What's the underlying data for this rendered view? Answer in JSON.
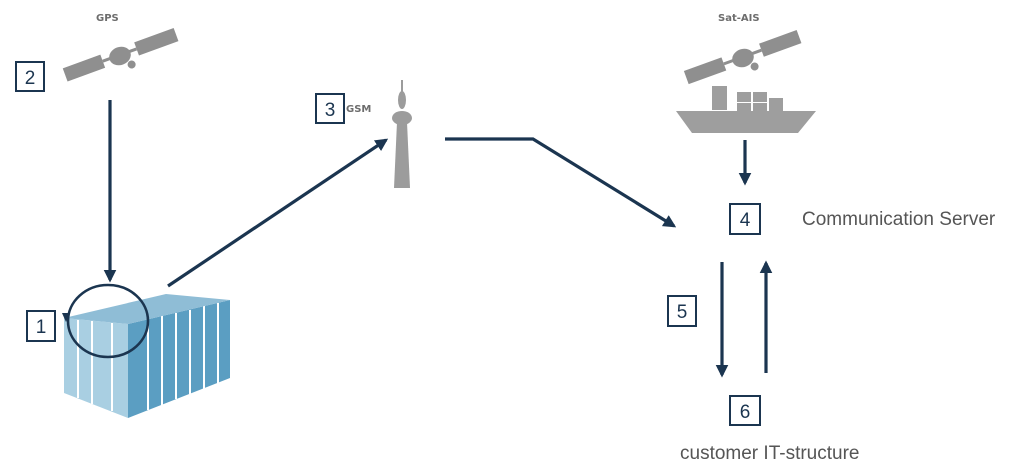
{
  "labels": {
    "gps": "GPS",
    "gsm": "GSM",
    "sat_ais": "Sat-AIS",
    "communication_server": "Communication Server",
    "customer_it": "customer IT-structure"
  },
  "steps": [
    "1",
    "2",
    "3",
    "4",
    "5",
    "6"
  ],
  "colors": {
    "arrow": "#1b3550",
    "step_border": "#1b3550",
    "container": "#5b9ec2",
    "icon_gray": "#9a9a9a"
  },
  "icons": [
    "satellite-icon",
    "gsm-tower-icon",
    "cargo-ship-icon",
    "shipping-container-icon"
  ]
}
